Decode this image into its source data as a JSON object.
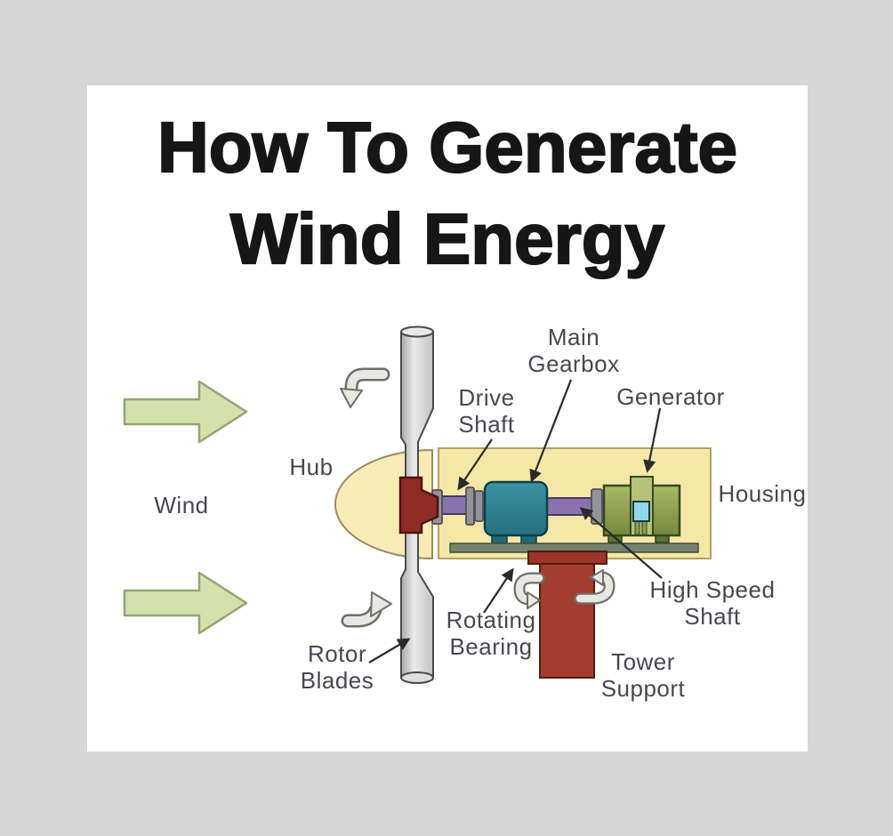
{
  "title": {
    "line1": "How To Generate",
    "line2": "Wind Energy"
  },
  "labels": {
    "wind": "Wind",
    "hub": "Hub",
    "drive_shaft": "Drive\nShaft",
    "main_gearbox": "Main\nGearbox",
    "generator": "Generator",
    "housing": "Housing",
    "high_speed_shaft": "High Speed\nShaft",
    "rotating_bearing": "Rotating\nBearing",
    "tower_support": "Tower\nSupport",
    "rotor_blades": "Rotor\nBlades"
  },
  "colors": {
    "page_background": "#d6d6d6",
    "card_background": "#ffffff",
    "title_text": "#161616",
    "label_text": "#4a4550",
    "wind_arrow_fill": "#d5e1ab",
    "wind_arrow_stroke": "#93a476",
    "housing_fill": "#f5e7a6",
    "nose_cone_fill": "#f8ecb4",
    "hub_red": "#8e2b24",
    "tower_red": "#a33d2d",
    "gearbox_teal": "#2e8494",
    "shaft_purple": "#8873ae",
    "generator_green": "#8fa24d",
    "blade_gray": "#d6d6d6",
    "platform_olive": "#76826c",
    "rotation_arrow_fill": "#e7e7e3",
    "leader_arrow": "#2a2a2a"
  }
}
